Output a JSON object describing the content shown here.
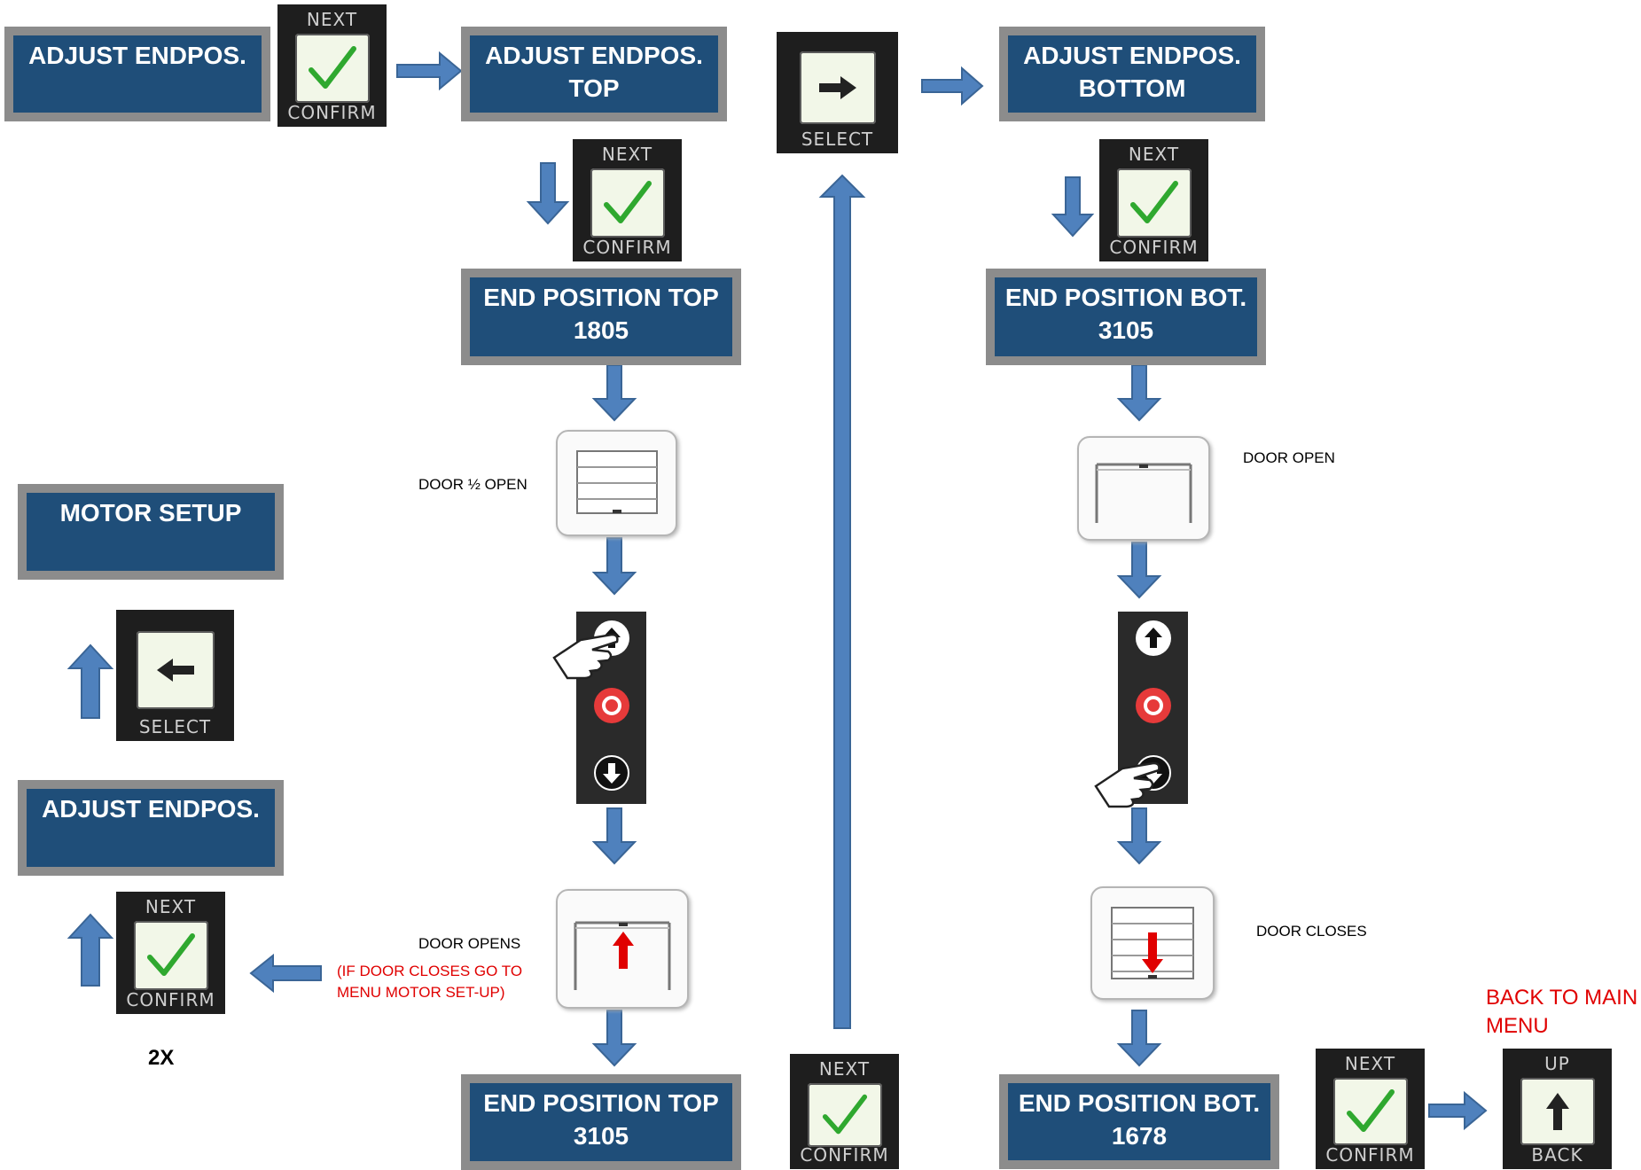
{
  "screens": {
    "adjust_endpos": "ADJUST ENDPOS.",
    "adjust_endpos_top_1": "ADJUST ENDPOS.",
    "adjust_endpos_top_2": "TOP",
    "adjust_endpos_bottom_1": "ADJUST ENDPOS.",
    "adjust_endpos_bottom_2": "BOTTOM",
    "end_pos_top_1": "END POSITION TOP",
    "end_pos_top_1_val": "1805",
    "end_pos_bot_1": "END POSITION BOT.",
    "end_pos_bot_1_val": "3105",
    "motor_setup": "MOTOR SETUP",
    "adjust_endpos_left": "ADJUST ENDPOS.",
    "end_pos_top_2": "END POSITION TOP",
    "end_pos_top_2_val": "3105",
    "end_pos_bot_2": "END POSITION BOT.",
    "end_pos_bot_2_val": "1678"
  },
  "keys": {
    "next": "NEXT",
    "confirm": "CONFIRM",
    "select": "SELECT",
    "up": "UP",
    "back": "BACK"
  },
  "annotations": {
    "door_half_open": "DOOR ½ OPEN",
    "door_open": "DOOR OPEN",
    "door_opens": "DOOR OPENS",
    "door_closes_warning_1": "(IF DOOR CLOSES GO TO",
    "door_closes_warning_2": "MENU  MOTOR SET-UP)",
    "door_closes": "DOOR  CLOSES",
    "two_x": "2X",
    "back_to_main_1": "BACK  TO MAIN",
    "back_to_main_2": "MENU"
  },
  "colors": {
    "lcd_bg": "#1f4e79",
    "lcd_border": "#8c8c8c",
    "arrow": "#4f81bd",
    "warning": "#e00000",
    "check": "#2fa82f"
  }
}
